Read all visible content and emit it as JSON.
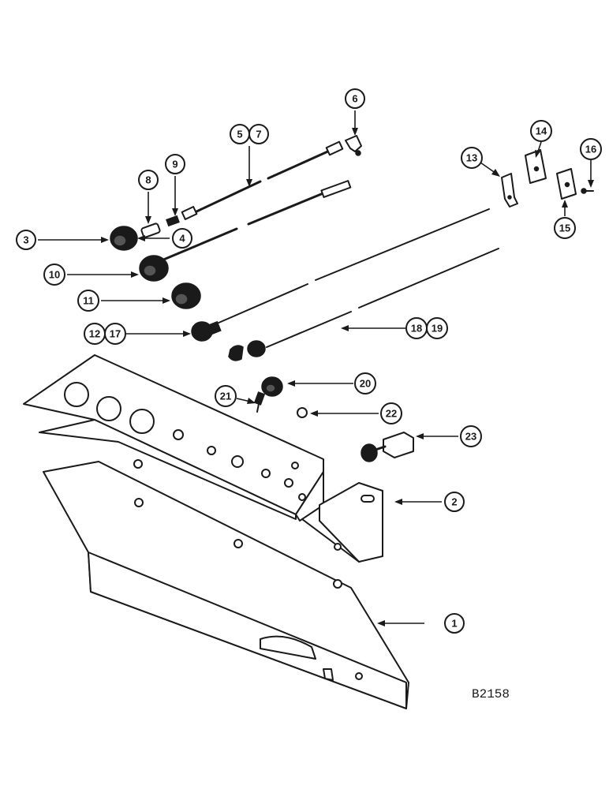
{
  "figure_code": "B2158",
  "callouts": [
    {
      "id": "c1",
      "label": "1"
    },
    {
      "id": "c2",
      "label": "2"
    },
    {
      "id": "c3",
      "label": "3"
    },
    {
      "id": "c4",
      "label": "4"
    },
    {
      "id": "c5",
      "label": "5"
    },
    {
      "id": "c7",
      "label": "7"
    },
    {
      "id": "c6",
      "label": "6"
    },
    {
      "id": "c8",
      "label": "8"
    },
    {
      "id": "c9",
      "label": "9"
    },
    {
      "id": "c10",
      "label": "10"
    },
    {
      "id": "c11",
      "label": "11"
    },
    {
      "id": "c12",
      "label": "12"
    },
    {
      "id": "c17",
      "label": "17"
    },
    {
      "id": "c13",
      "label": "13"
    },
    {
      "id": "c14",
      "label": "14"
    },
    {
      "id": "c15",
      "label": "15"
    },
    {
      "id": "c16",
      "label": "16"
    },
    {
      "id": "c18",
      "label": "18"
    },
    {
      "id": "c19",
      "label": "19"
    },
    {
      "id": "c20",
      "label": "20"
    },
    {
      "id": "c21",
      "label": "21"
    },
    {
      "id": "c22",
      "label": "22"
    },
    {
      "id": "c23",
      "label": "23"
    }
  ]
}
